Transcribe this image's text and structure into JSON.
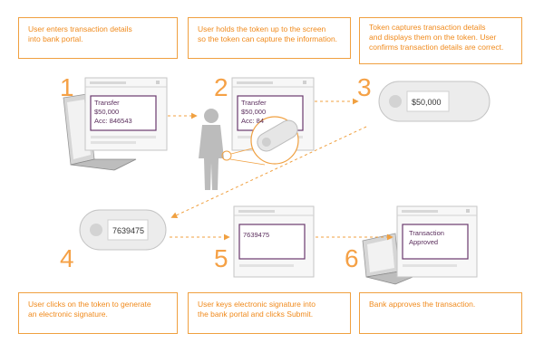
{
  "colors": {
    "accent": "#f0a040",
    "number": "#f5a146",
    "purple": "#6b3a6e",
    "gray": "#c8c8c8"
  },
  "steps": [
    {
      "number": "1",
      "caption": [
        "User enters transaction details",
        "into bank portal."
      ]
    },
    {
      "number": "2",
      "caption": [
        "User holds the token up to the screen",
        "so the token can capture the information."
      ]
    },
    {
      "number": "3",
      "caption": [
        "Token captures transaction details",
        "and displays them on the token. User",
        "confirms transaction details are correct."
      ]
    },
    {
      "number": "4",
      "caption": [
        "User clicks on the token to generate",
        "an electronic signature."
      ]
    },
    {
      "number": "5",
      "caption": [
        "User keys electronic signature into",
        "the bank portal and clicks Submit."
      ]
    },
    {
      "number": "6",
      "caption": [
        "Bank approves the transaction."
      ]
    }
  ],
  "screens": {
    "step1": [
      "Transfer",
      "$50,000",
      "Acc: 846543"
    ],
    "step2": [
      "Transfer",
      "$50,000",
      "Acc: 84"
    ],
    "step5": [
      "7639475"
    ],
    "step6": [
      "Transaction",
      "Approved"
    ]
  },
  "tokens": {
    "step3": "$50,000",
    "step4": "7639475"
  },
  "icons": [
    "laptop-icon",
    "person-icon",
    "token-icon",
    "arrow-icon"
  ]
}
